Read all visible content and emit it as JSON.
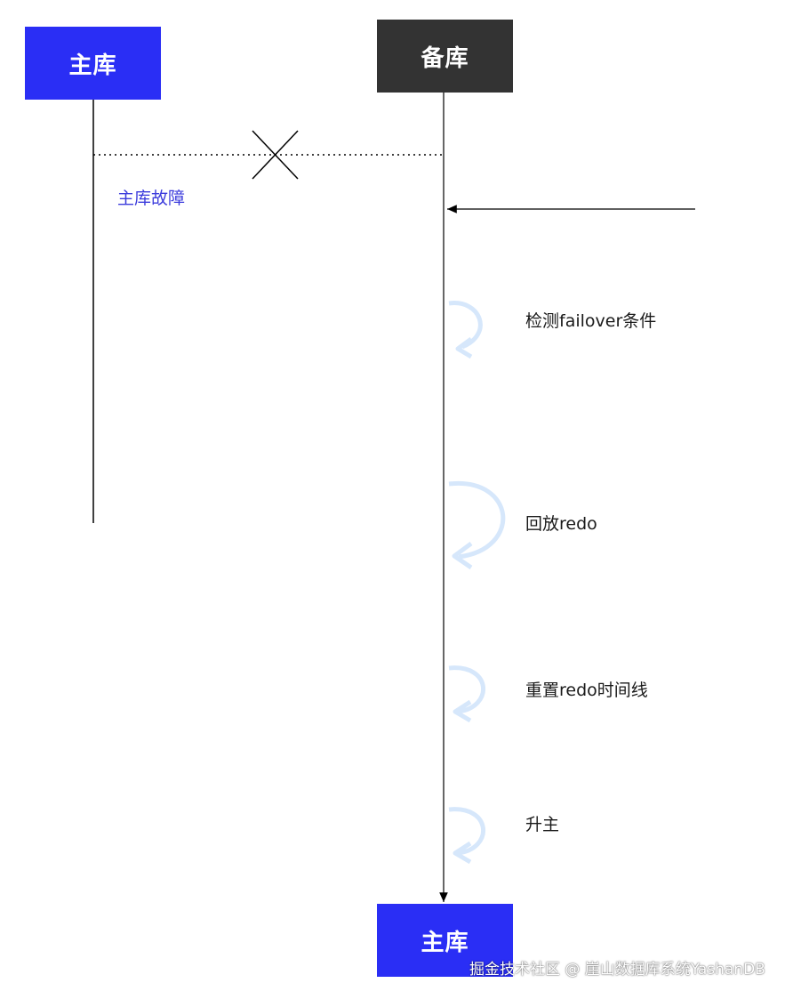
{
  "nodes": {
    "primary_top": "主库",
    "standby_top": "备库",
    "primary_bottom": "主库"
  },
  "annotations": {
    "failure": "主库故障"
  },
  "steps": [
    "检测failover条件",
    "回放redo",
    "重置redo时间线",
    "升主"
  ],
  "watermark": "掘金技术社区 @ 崖山数据库系统YashanDB",
  "colors": {
    "primary_box": "#2a2ef5",
    "standby_box": "#333333",
    "failure_text": "#3b3bdc",
    "loop_arrow": "#d6e7fb"
  }
}
